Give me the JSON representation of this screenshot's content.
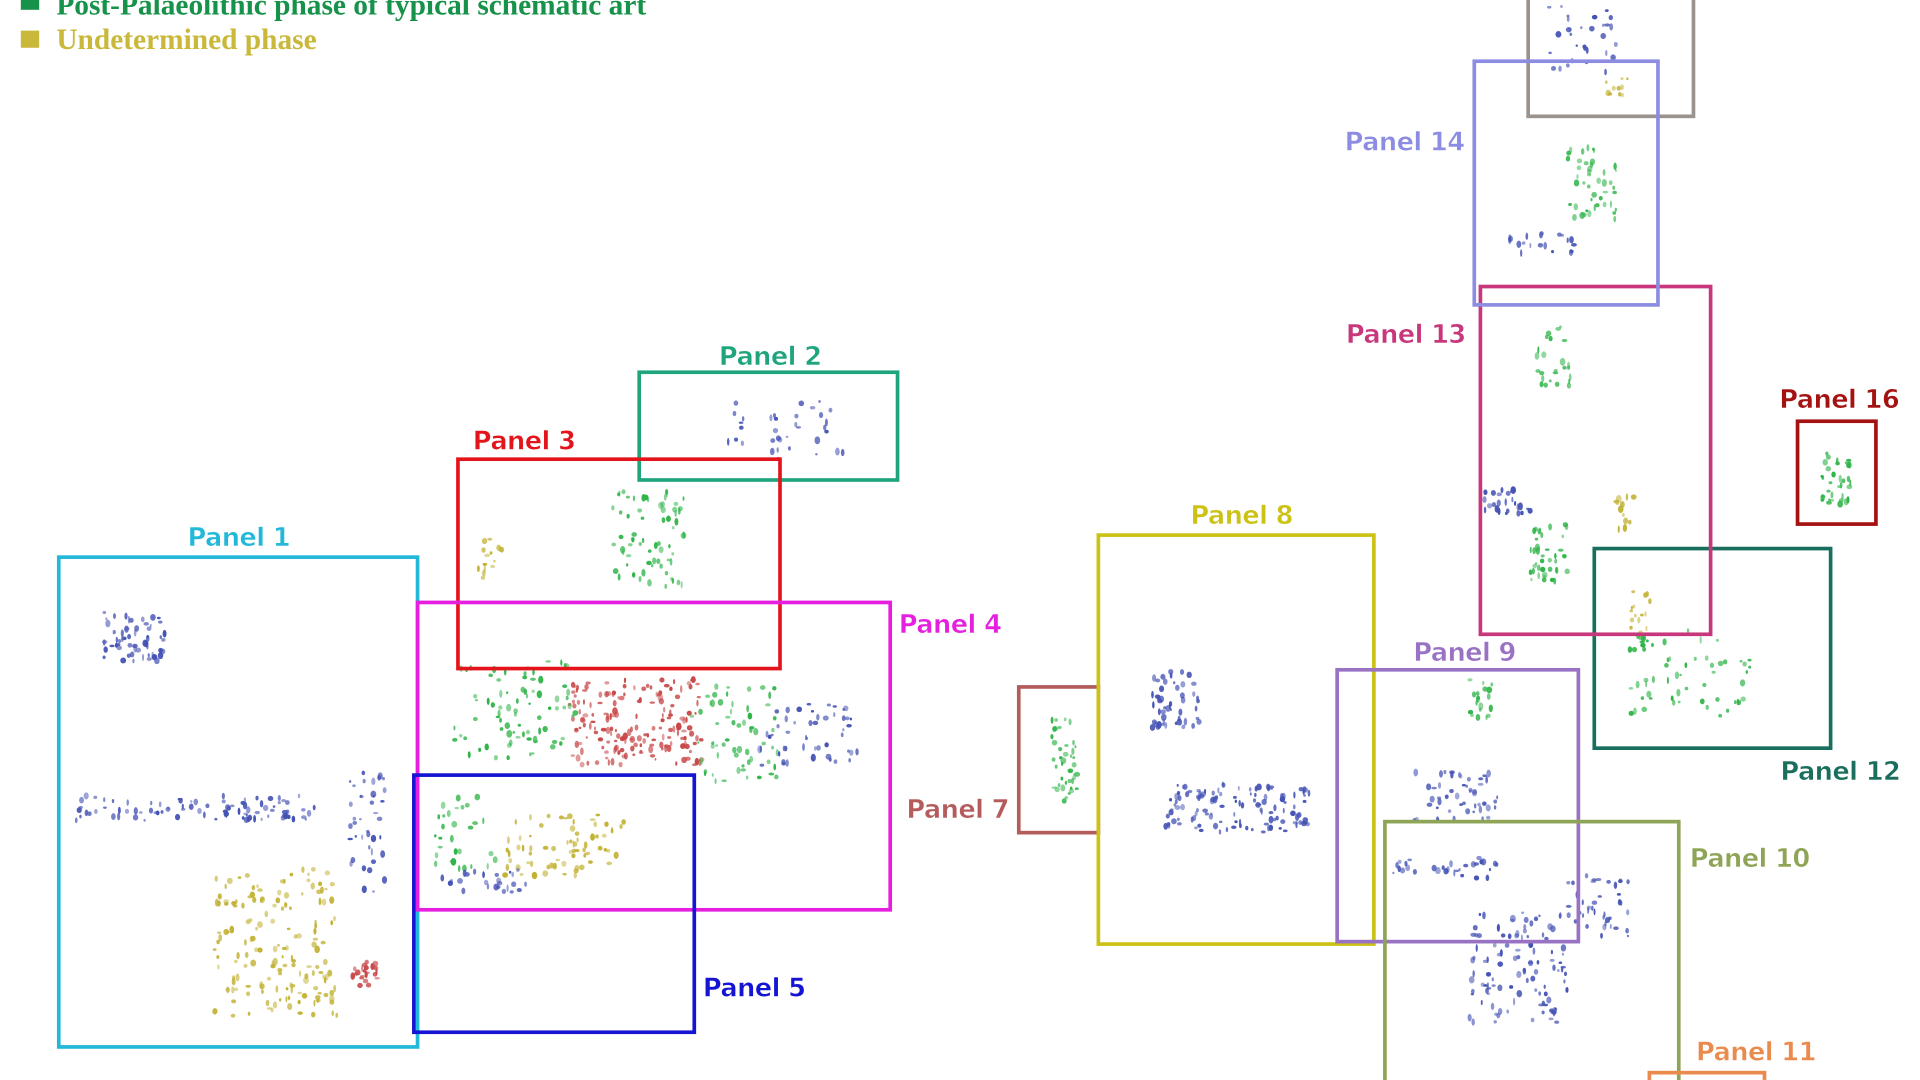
{
  "legend": {
    "items": [
      {
        "label": "Post-Palaeolithic phase of typical schematic art",
        "color": "#17924a"
      },
      {
        "label": "Undetermined phase",
        "color": "#c9b83a"
      }
    ]
  },
  "panels": [
    {
      "id": "p1",
      "label": "Panel 1",
      "color": "#22b8d8"
    },
    {
      "id": "p2",
      "label": "Panel 2",
      "color": "#1ea57e"
    },
    {
      "id": "p3",
      "label": "Panel 3",
      "color": "#e4141c"
    },
    {
      "id": "p4",
      "label": "Panel 4",
      "color": "#e61ee0"
    },
    {
      "id": "p5",
      "label": "Panel 5",
      "color": "#1414d2"
    },
    {
      "id": "p7",
      "label": "Panel 7",
      "color": "#b45c5c"
    },
    {
      "id": "p8",
      "label": "Panel 8",
      "color": "#cbc214"
    },
    {
      "id": "p9",
      "label": "Panel 9",
      "color": "#9a72c4"
    },
    {
      "id": "p10",
      "label": "Panel 10",
      "color": "#8ea456"
    },
    {
      "id": "p11",
      "label": "Panel 11",
      "color": "#ea8a4c"
    },
    {
      "id": "p12",
      "label": "Panel 12",
      "color": "#1a6e5e"
    },
    {
      "id": "p13",
      "label": "Panel 13",
      "color": "#c8367c"
    },
    {
      "id": "p14",
      "label": "Panel 14",
      "color": "#8c8ce2"
    },
    {
      "id": "p16",
      "label": "Panel 16",
      "color": "#a41212"
    }
  ],
  "unlabeled_box_color": "#9a928c",
  "pigment_colors": {
    "blue": "#4452b4",
    "green": "#2fb448",
    "yellow": "#c2b234",
    "red": "#c84848"
  }
}
